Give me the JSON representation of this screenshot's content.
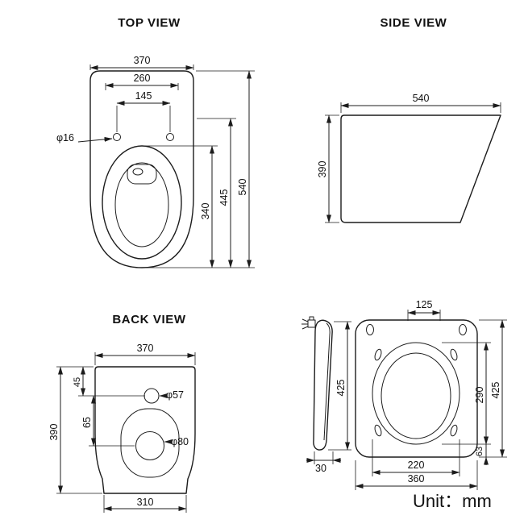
{
  "unit_label": "Unit：mm",
  "views": {
    "top": {
      "title": "TOP VIEW",
      "dims": {
        "overall_width": "370",
        "tank_width": "260",
        "hole_spacing": "145",
        "hole_diameter": "φ16",
        "overall_depth": "540",
        "rim_depth": "445",
        "bowl_depth": "340"
      }
    },
    "side": {
      "title": "SIDE VIEW",
      "dims": {
        "depth": "540",
        "height": "390"
      }
    },
    "back": {
      "title": "BACK VIEW",
      "dims": {
        "top_width": "370",
        "height": "390",
        "hole_offset_top": "45",
        "hole_offset_mid": "65",
        "small_hole_dia": "φ57",
        "large_hole_dia": "φ80",
        "base_width": "310"
      }
    },
    "seat": {
      "dims": {
        "hinge_spacing": "125",
        "profile_height": "425",
        "profile_thickness": "30",
        "length": "425",
        "ring_length": "290",
        "tail_length": "63",
        "ring_width": "220",
        "width": "360"
      }
    }
  }
}
